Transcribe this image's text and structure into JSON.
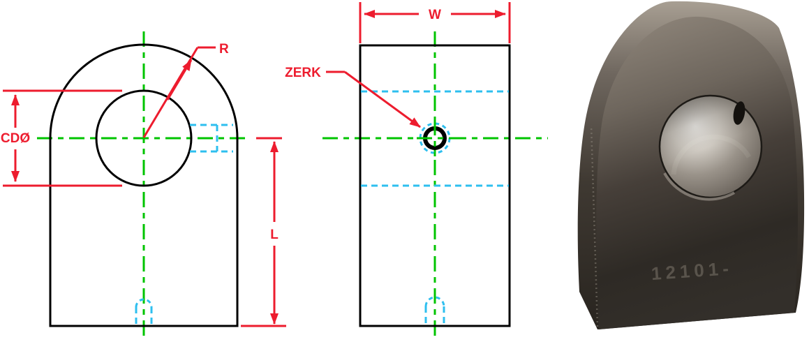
{
  "figure": {
    "title": "Weld-on lug dimensional drawing with part photo",
    "colors": {
      "dimension_red": "#ed1c2e",
      "centerline_green": "#00c400",
      "hidden_line_cyan": "#2ebfef",
      "outline_black": "#000000",
      "background": "#ffffff"
    },
    "front_view": {
      "label_cd": "CDØ",
      "label_r": "R",
      "label_l": "L"
    },
    "side_view": {
      "label_w": "W",
      "label_zerk": "ZERK"
    },
    "photo": {
      "stamp_text": "12101-"
    }
  }
}
